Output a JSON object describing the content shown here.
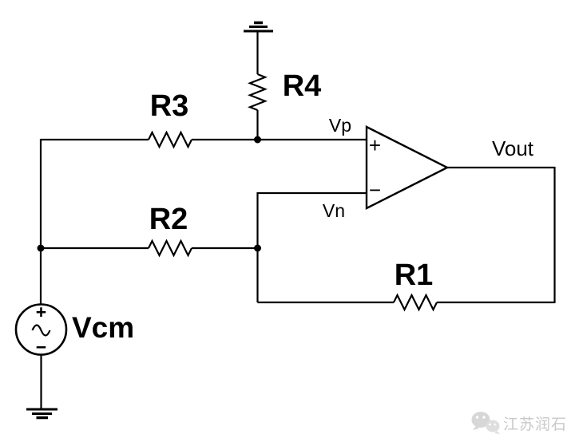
{
  "diagram": {
    "background": "#ffffff",
    "wire_color": "#000000",
    "components": {
      "r1": {
        "label": "R1"
      },
      "r2": {
        "label": "R2"
      },
      "r3": {
        "label": "R3"
      },
      "r4": {
        "label": "R4"
      },
      "vcm_source": {
        "label": "Vcm",
        "plus": "+",
        "minus": "−"
      },
      "opamp": {
        "noninverting": "+",
        "inverting": "−"
      }
    },
    "nets": {
      "vp": {
        "label": "Vp"
      },
      "vn": {
        "label": "Vn"
      },
      "vout": {
        "label": "Vout"
      }
    }
  },
  "watermark": {
    "text": "江苏润石",
    "icon": "wechat-icon",
    "text_color": "#c9c9c9",
    "icon_color": "#d7d7d7"
  }
}
